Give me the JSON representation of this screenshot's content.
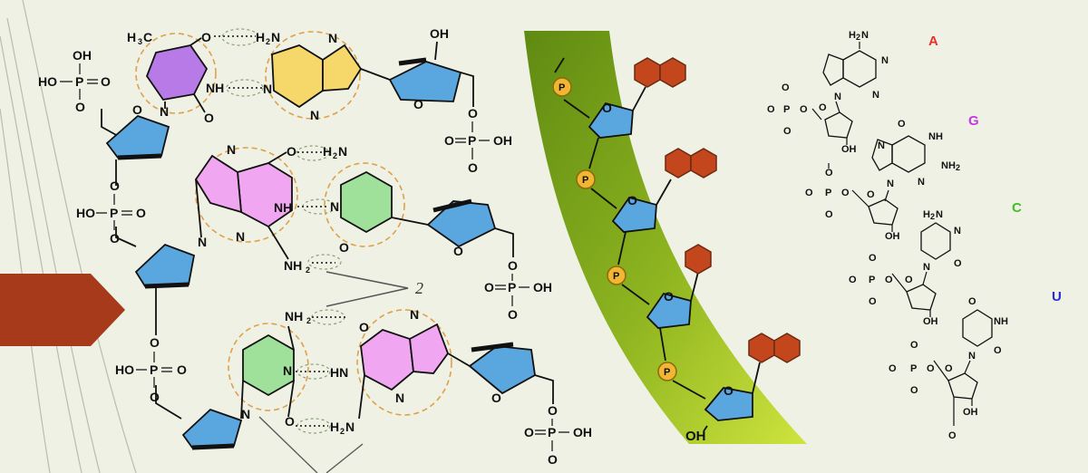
{
  "labels": {
    "oh": "OH",
    "ho_p_o": "HO",
    "o": "O",
    "p": "P",
    "n": "N",
    "nh": "NH",
    "hn": "HN",
    "h3c": "H",
    "nh2": "NH",
    "h2n": "H",
    "callout_number": "2",
    "oh_bottom": "OH"
  },
  "rna_letters": {
    "a": "A",
    "g": "G",
    "c": "C",
    "u": "U"
  },
  "colors": {
    "thymine": "#b77ae6",
    "adenine": "#f5d76a",
    "guanine": "#f0a6f0",
    "cytosine": "#9fe09a",
    "sugar": "#5aa7e0",
    "band_dark": "#5f8a12",
    "band_light": "#c7e03a",
    "arrow": "#a63a1a",
    "letter_a": "#e8322a",
    "letter_g": "#c23adf",
    "letter_c": "#3fbf2a",
    "letter_u": "#2a2ad0"
  }
}
